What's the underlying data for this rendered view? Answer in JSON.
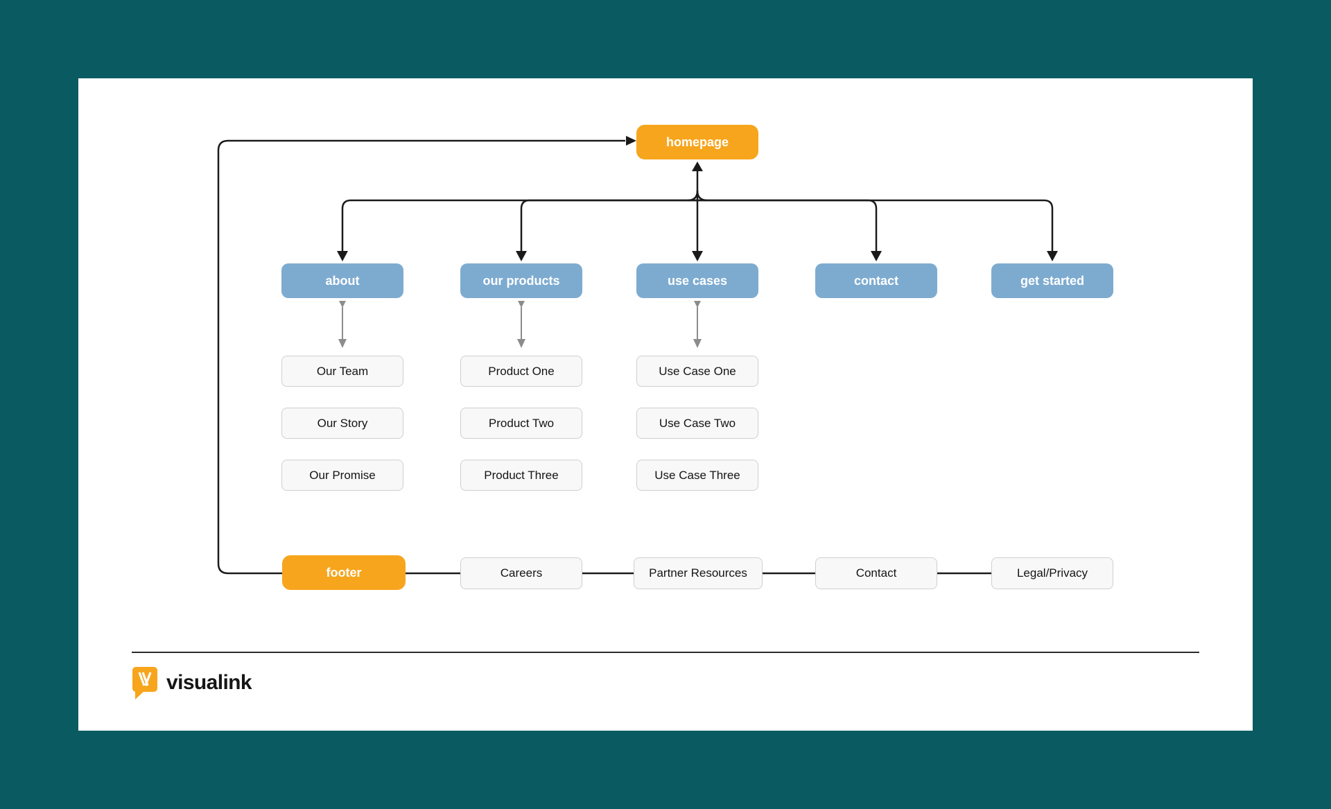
{
  "colors": {
    "background": "#0A5A62",
    "card": "#FFFFFF",
    "accent_orange": "#F7A51D",
    "accent_blue": "#7DABD0",
    "leaf_bg": "#F8F8F8",
    "leaf_border": "#CFCFCF",
    "connector_black": "#1A1A1A",
    "connector_gray": "#8C8C8C"
  },
  "sitemap": {
    "root": {
      "label": "homepage"
    },
    "sections": [
      {
        "label": "about",
        "children": [
          "Our Team",
          "Our Story",
          "Our Promise"
        ]
      },
      {
        "label": "our products",
        "children": [
          "Product One",
          "Product Two",
          "Product Three"
        ]
      },
      {
        "label": "use cases",
        "children": [
          "Use Case One",
          "Use Case Two",
          "Use Case Three"
        ]
      },
      {
        "label": "contact",
        "children": []
      },
      {
        "label": "get started",
        "children": []
      }
    ],
    "footer": {
      "label": "footer",
      "links": [
        "Careers",
        "Partner Resources",
        "Contact",
        "Legal/Privacy"
      ]
    }
  },
  "branding": {
    "logo_text": "visualink"
  }
}
